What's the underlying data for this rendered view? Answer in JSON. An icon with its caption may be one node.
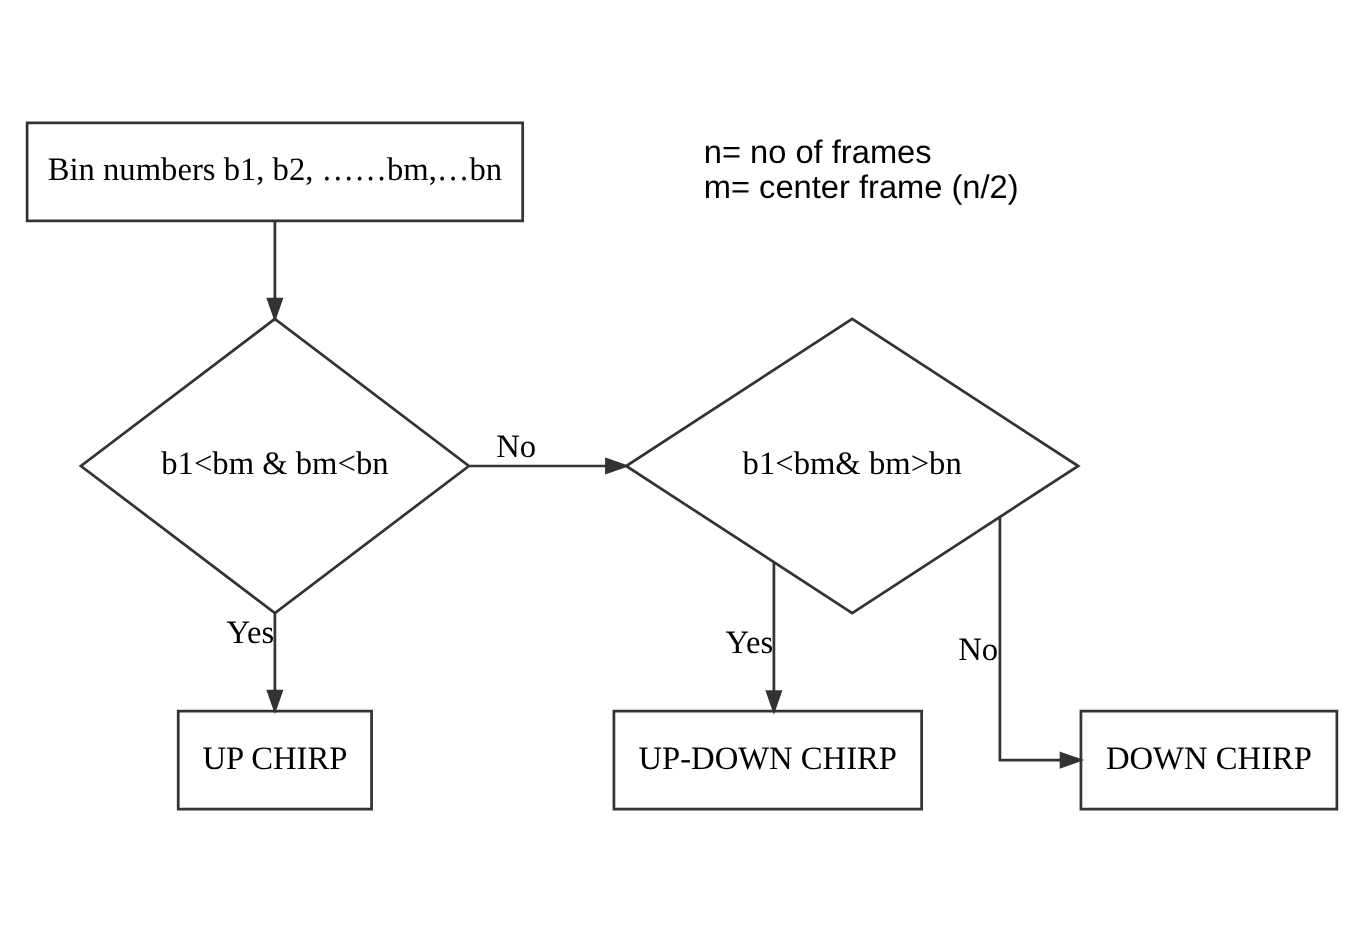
{
  "diagram": {
    "nodes": [
      {
        "text": [
          "Bin numbers b1, b2, ……bm,…bn"
        ]
      },
      {
        "text": [
          "b1<bm & bm<bn"
        ]
      },
      {
        "text": [
          "b1<bm& bm>bn"
        ]
      },
      {
        "text": [
          "UP CHIRP"
        ]
      },
      {
        "text": [
          "UP-DOWN CHIRP"
        ]
      },
      {
        "text": [
          "DOWN CHIRP"
        ]
      }
    ],
    "edges": [
      {
        "from": 0,
        "to": 1,
        "arrow": "to"
      },
      {
        "from": 1,
        "to": 3,
        "arrow": "to",
        "label": "Yes"
      },
      {
        "from": 1,
        "to": 2,
        "arrow": "to",
        "label": "No"
      },
      {
        "from": 2,
        "to": 4,
        "arrow": "to",
        "label": "Yes"
      },
      {
        "from": 2,
        "to": 5,
        "arrow": "to",
        "label": "No"
      }
    ],
    "labels": [
      "n= no of frames",
      "m= center frame (n/2)"
    ]
  }
}
